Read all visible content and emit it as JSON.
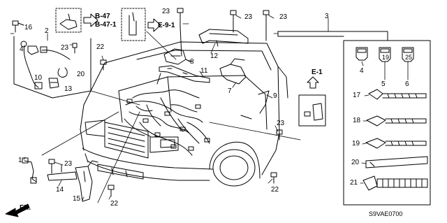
{
  "diagram": {
    "part_numbers": {
      "p1": "1",
      "p2": "2",
      "p3": "3",
      "p4": "4",
      "p5": "5",
      "p6": "6",
      "p7": "7",
      "p8": "8",
      "p9": "9",
      "p10": "10",
      "p11": "11",
      "p12": "12",
      "p13": "13",
      "p14": "14",
      "p15": "15",
      "p16": "16",
      "p17": "17",
      "p18": "18",
      "p19": "19",
      "p20": "20",
      "p21": "21",
      "p22": "22",
      "p23": "23"
    },
    "references": {
      "b47": "B-47",
      "b47_1": "B-47-1",
      "e9_1": "E-9-1",
      "e1": "E-1"
    },
    "front_arrow": "FR.",
    "diagram_code": "S9VAE0700",
    "box_item_marks": {
      "item5": "19",
      "item6": "25"
    }
  }
}
